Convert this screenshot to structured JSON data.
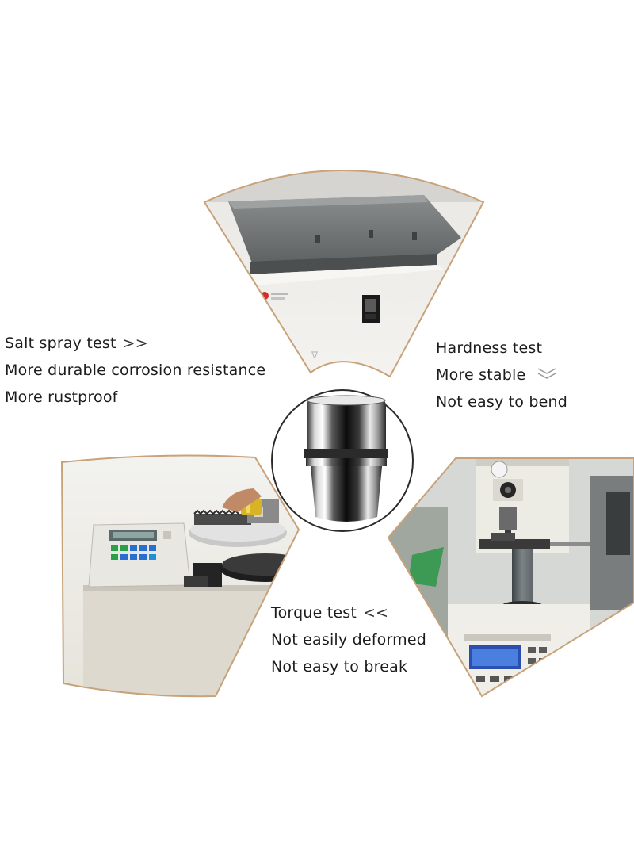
{
  "panels": {
    "salt_spray": {
      "title": "Salt spray test",
      "title_mark": ">>",
      "lines": [
        "More durable corrosion resistance",
        "More rustproof"
      ]
    },
    "hardness": {
      "title": "Hardness test",
      "lines": [
        "More stable",
        "Not easy to bend"
      ],
      "mark_icon": "double-chevron-down-icon"
    },
    "torque": {
      "title": "Torque test",
      "title_mark": "<<",
      "lines": [
        "Not easily deformed",
        "Not easy to break"
      ]
    }
  },
  "colors": {
    "sector_border": "#c7a27a",
    "chamber_lid": "#6e7070",
    "machine_body": "#e6e2d8",
    "lcd_blue": "#3a6fd0",
    "chrome_dark": "#111111"
  }
}
